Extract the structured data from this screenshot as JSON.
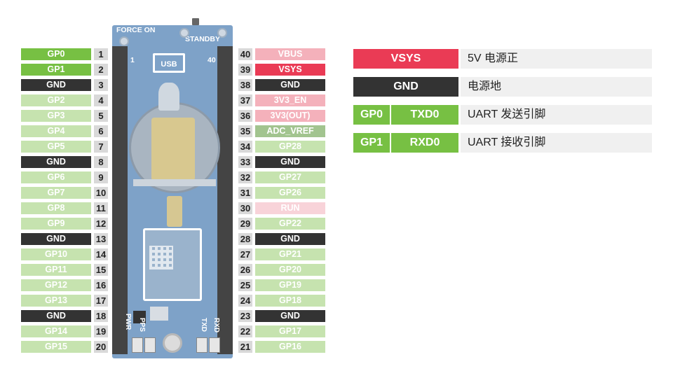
{
  "board": {
    "force_on": "FORCE ON",
    "standby": "STANDBY",
    "usb": "USB",
    "pin1": "1",
    "pin40": "40",
    "pwr": "PWR",
    "pps": "PPS",
    "txd": "TXD",
    "rxd": "RXD"
  },
  "left_pins": [
    {
      "label": "GP0",
      "num": "1",
      "style": "gp-strong"
    },
    {
      "label": "GP1",
      "num": "2",
      "style": "gp-strong"
    },
    {
      "label": "GND",
      "num": "3",
      "style": "gnd"
    },
    {
      "label": "GP2",
      "num": "4",
      "style": "gp-light"
    },
    {
      "label": "GP3",
      "num": "5",
      "style": "gp-light"
    },
    {
      "label": "GP4",
      "num": "6",
      "style": "gp-light"
    },
    {
      "label": "GP5",
      "num": "7",
      "style": "gp-light"
    },
    {
      "label": "GND",
      "num": "8",
      "style": "gnd"
    },
    {
      "label": "GP6",
      "num": "9",
      "style": "gp-light"
    },
    {
      "label": "GP7",
      "num": "10",
      "style": "gp-light"
    },
    {
      "label": "GP8",
      "num": "11",
      "style": "gp-light"
    },
    {
      "label": "GP9",
      "num": "12",
      "style": "gp-light"
    },
    {
      "label": "GND",
      "num": "13",
      "style": "gnd"
    },
    {
      "label": "GP10",
      "num": "14",
      "style": "gp-light"
    },
    {
      "label": "GP11",
      "num": "15",
      "style": "gp-light"
    },
    {
      "label": "GP12",
      "num": "16",
      "style": "gp-light"
    },
    {
      "label": "GP13",
      "num": "17",
      "style": "gp-light"
    },
    {
      "label": "GND",
      "num": "18",
      "style": "gnd"
    },
    {
      "label": "GP14",
      "num": "19",
      "style": "gp-light"
    },
    {
      "label": "GP15",
      "num": "20",
      "style": "gp-light"
    }
  ],
  "right_pins": [
    {
      "label": "VBUS",
      "num": "40",
      "style": "pink-light"
    },
    {
      "label": "VSYS",
      "num": "39",
      "style": "pink-strong"
    },
    {
      "label": "GND",
      "num": "38",
      "style": "gnd"
    },
    {
      "label": "3V3_EN",
      "num": "37",
      "style": "pink-light"
    },
    {
      "label": "3V3(OUT)",
      "num": "36",
      "style": "pink-light"
    },
    {
      "label": "ADC_VREF",
      "num": "35",
      "style": "adc"
    },
    {
      "label": "GP28",
      "num": "34",
      "style": "gp-light"
    },
    {
      "label": "GND",
      "num": "33",
      "style": "gnd"
    },
    {
      "label": "GP27",
      "num": "32",
      "style": "gp-light"
    },
    {
      "label": "GP26",
      "num": "31",
      "style": "gp-light"
    },
    {
      "label": "RUN",
      "num": "30",
      "style": "pink-pale"
    },
    {
      "label": "GP22",
      "num": "29",
      "style": "gp-light"
    },
    {
      "label": "GND",
      "num": "28",
      "style": "gnd"
    },
    {
      "label": "GP21",
      "num": "27",
      "style": "gp-light"
    },
    {
      "label": "GP20",
      "num": "26",
      "style": "gp-light"
    },
    {
      "label": "GP19",
      "num": "25",
      "style": "gp-light"
    },
    {
      "label": "GP18",
      "num": "24",
      "style": "gp-light"
    },
    {
      "label": "GND",
      "num": "23",
      "style": "gnd"
    },
    {
      "label": "GP17",
      "num": "22",
      "style": "gp-light"
    },
    {
      "label": "GP16",
      "num": "21",
      "style": "gp-light"
    }
  ],
  "legend": {
    "row1": {
      "pin": "VSYS",
      "desc": "5V 电源正"
    },
    "row2": {
      "pin": "GND",
      "desc": "电源地"
    },
    "row3": {
      "pin": "GP0",
      "func": "TXD0",
      "desc": "UART 发送引脚"
    },
    "row4": {
      "pin": "GP1",
      "func": "RXD0",
      "desc": "UART 接收引脚"
    }
  }
}
